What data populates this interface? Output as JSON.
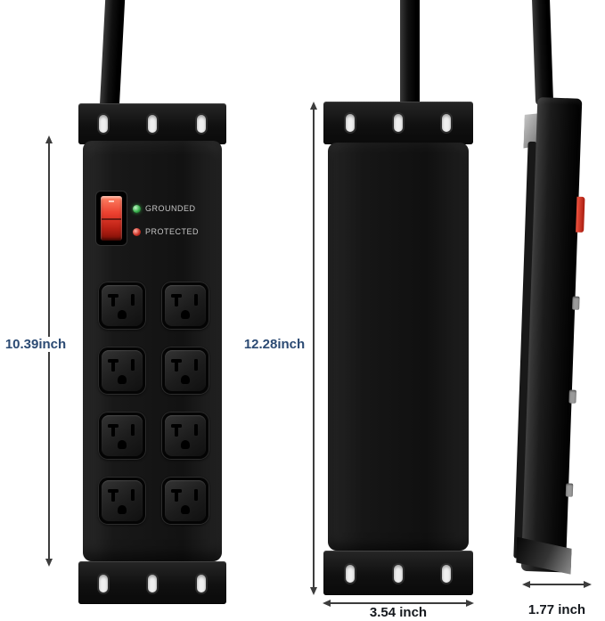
{
  "front_panel": {
    "indicators": [
      {
        "label": "GROUNDED",
        "led_color": "#38b04c"
      },
      {
        "label": "PROTECTED",
        "led_color": "#cd3327"
      }
    ],
    "outlet_count": 8,
    "outlet_rows": 4,
    "outlet_columns": 2
  },
  "dimensions": {
    "front_height": "10.39inch",
    "overall_height": "12.28inch",
    "width": "3.54 inch",
    "depth": "1.77 inch"
  },
  "colors": {
    "background": "#ffffff",
    "body_black": "#131313",
    "switch_red": "#e0352b",
    "dimension_text_blue": "#2b4a73",
    "dimension_text_dark": "#14181d",
    "arrow_gray": "#3c3c3c"
  }
}
